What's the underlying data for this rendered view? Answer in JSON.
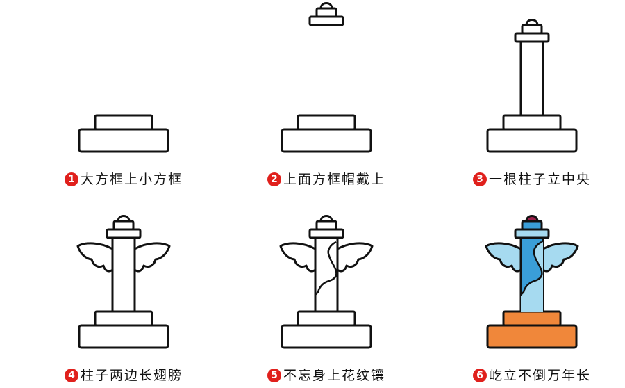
{
  "steps": [
    {
      "number": "1",
      "text": "大方框上小方框",
      "stage": 1
    },
    {
      "number": "2",
      "text": "上面方框帽戴上",
      "stage": 2
    },
    {
      "number": "3",
      "text": "一根柱子立中央",
      "stage": 3
    },
    {
      "number": "4",
      "text": "柱子两边长翅膀",
      "stage": 4
    },
    {
      "number": "5",
      "text": "不忘身上花纹镶",
      "stage": 5
    },
    {
      "number": "6",
      "text": "屹立不倒万年长",
      "stage": 6
    }
  ],
  "colors": {
    "number_badge": "#e0201c",
    "base": "#f0873a",
    "column_dark": "#3a9ed8",
    "column_light": "#a6daf0",
    "knob": "#9c1f4a",
    "outline": "#111111"
  }
}
